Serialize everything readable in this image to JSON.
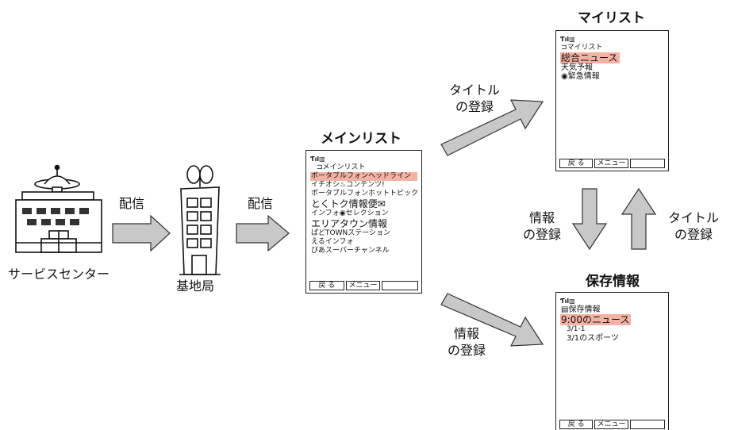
{
  "labels": {
    "service_center": "サービスセンター",
    "base_station": "基地局",
    "distribute_1": "配信",
    "distribute_2": "配信",
    "title_register_upper": [
      "タイトル",
      "の登録"
    ],
    "info_register_lower": [
      "情報",
      "の登録"
    ],
    "info_register_right": [
      "情報",
      "の登録"
    ],
    "title_register_right": [
      "タイトル",
      "の登録"
    ]
  },
  "main_list": {
    "heading": "メインリスト",
    "status": "Ƭıl▥",
    "items": [
      {
        "text": "⊐メインリスト",
        "style": "small indent"
      },
      {
        "text": "ポータブルフォンヘッドライン",
        "style": "small hl"
      },
      {
        "text": "イチオシ♨コンテンツ!",
        "style": "small"
      },
      {
        "text": "ポータブルフォンホットトピック",
        "style": "small"
      },
      {
        "text": "とくトク情報便✉",
        "style": "big"
      },
      {
        "text": "インフォ◉セレクション",
        "style": "small"
      },
      {
        "text": "エリアタウン情報",
        "style": "big"
      },
      {
        "text": "ぱどTOWNステーション",
        "style": "small"
      },
      {
        "text": "えるインフォ",
        "style": "small"
      },
      {
        "text": "ぴあスーパーチャンネル",
        "style": "small"
      }
    ],
    "softkeys": [
      "戻 る",
      "メニュー",
      ""
    ]
  },
  "my_list": {
    "heading": "マイリスト",
    "status": "Ƭıl▥",
    "items": [
      {
        "text": "⊐マイリスト",
        "style": "small"
      },
      {
        "text": "総合ニュース",
        "style": "big hl"
      },
      {
        "text": "天気予報",
        "style": ""
      },
      {
        "text": "◉緊急情報",
        "style": ""
      }
    ],
    "softkeys": [
      "戻 る",
      "メニュー",
      ""
    ]
  },
  "saved_info": {
    "heading": "保存情報",
    "status": "Ƭıl▥",
    "items": [
      {
        "text": "▤保存情報",
        "style": ""
      },
      {
        "text": "9:00のニュース",
        "style": "big hl"
      },
      {
        "text": "3/1-1",
        "style": "small indent"
      },
      {
        "text": "3/1のスポーツ",
        "style": "indent"
      }
    ],
    "softkeys": [
      "戻 る",
      "メニュー",
      ""
    ]
  },
  "icons": [
    "building-icon",
    "antenna-tower-icon",
    "right-arrow-icon",
    "diagonal-arrow-icon",
    "down-arrow-icon",
    "up-arrow-icon",
    "satellite-dish-icon"
  ]
}
